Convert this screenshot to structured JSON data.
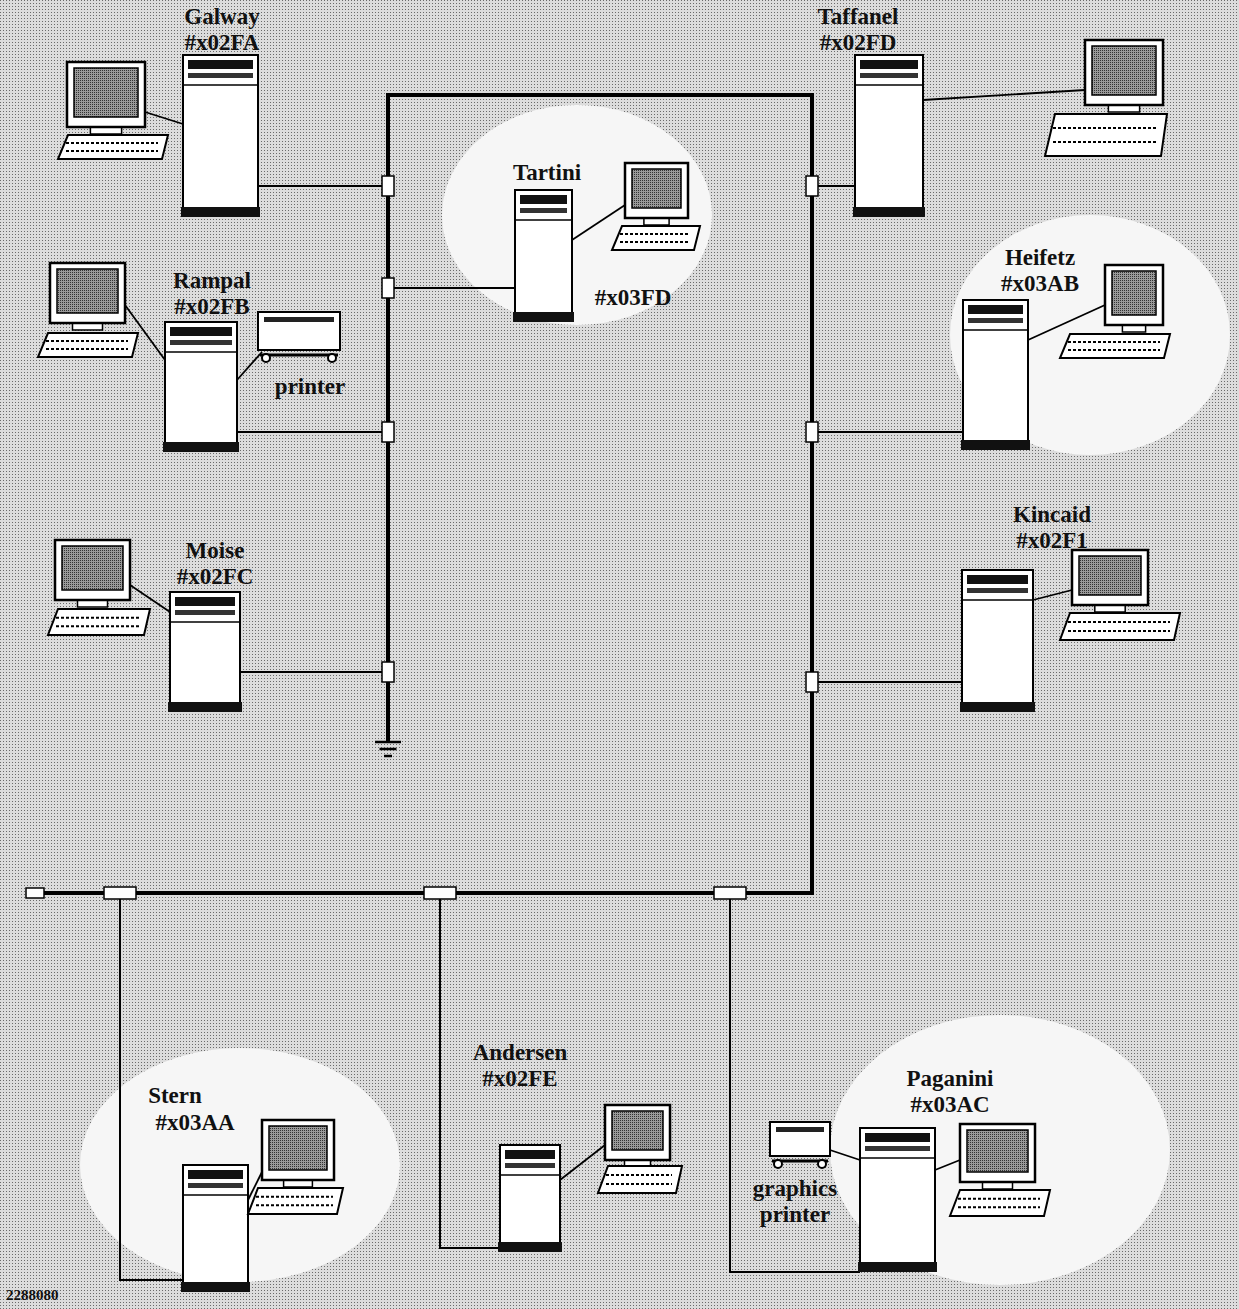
{
  "diagram": {
    "nodes": [
      {
        "text": [
          "Galway",
          "#x02FA"
        ]
      },
      {
        "text": [
          "Taffanel",
          "#x02FD"
        ]
      },
      {
        "text": [
          "Tartini",
          "#x03FD"
        ]
      },
      {
        "text": [
          "Heifetz",
          "#x03AB"
        ]
      },
      {
        "text": [
          "Rampal",
          "#x02FB"
        ]
      },
      {
        "text": [
          "Kincaid",
          "#x02F1"
        ]
      },
      {
        "text": [
          "Moise",
          "#x02FC"
        ]
      },
      {
        "text": [
          "Andersen",
          "#x02FE"
        ]
      },
      {
        "text": [
          "Paganini",
          "#x03AC"
        ]
      },
      {
        "text": [
          "Stern",
          "#x03AA"
        ]
      }
    ],
    "labels": [
      "printer",
      "graphics printer",
      "2288080"
    ]
  }
}
